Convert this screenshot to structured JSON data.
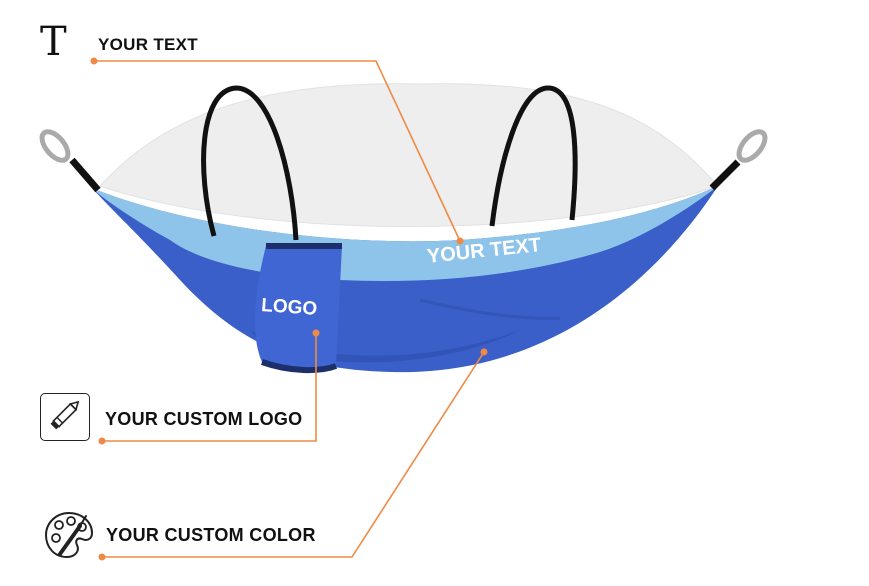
{
  "callouts": {
    "text": {
      "label": "YOUR TEXT",
      "icon": "letter-t-icon"
    },
    "logo": {
      "label": "YOUR CUSTOM LOGO",
      "icon": "pencil-icon"
    },
    "color": {
      "label": "YOUR CUSTOM COLOR",
      "icon": "paint-palette-icon"
    }
  },
  "product": {
    "printed_text": "YOUR TEXT",
    "printed_logo": "LOGO"
  },
  "colors": {
    "leader_line": "#ef8a44",
    "hammock_blue": "#3a5fc8",
    "hammock_light_blue": "#8fc4ea",
    "net": "#eeeeee"
  }
}
